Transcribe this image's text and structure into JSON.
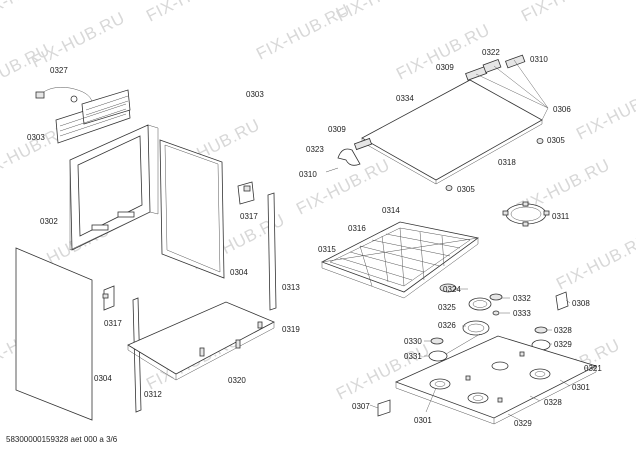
{
  "watermark_text": "FIX-HUB.RU",
  "doc_id": "58300000159328 aet 000 a 3/6",
  "parts": {
    "p0327": "0327",
    "p0303a": "0303",
    "p0303b": "0303",
    "p0302": "0302",
    "p0304a": "0304",
    "p0304b": "0304",
    "p0317a": "0317",
    "p0317b": "0317",
    "p0313": "0313",
    "p0319": "0319",
    "p0320": "0320",
    "p0312": "0312",
    "p0309a": "0309",
    "p0309b": "0309",
    "p0322": "0322",
    "p0310a": "0310",
    "p0310b": "0310",
    "p0334": "0334",
    "p0306": "0306",
    "p0305a": "0305",
    "p0305b": "0305",
    "p0318": "0318",
    "p0323": "0323",
    "p0314": "0314",
    "p0316": "0316",
    "p0315": "0315",
    "p0311": "0311",
    "p0324": "0324",
    "p0332": "0332",
    "p0308": "0308",
    "p0325": "0325",
    "p0333": "0333",
    "p0326": "0326",
    "p0328a": "0328",
    "p0328b": "0328",
    "p0330": "0330",
    "p0329a": "0329",
    "p0329b": "0329",
    "p0331": "0331",
    "p0321": "0321",
    "p0301a": "0301",
    "p0301b": "0301",
    "p0307": "0307"
  }
}
